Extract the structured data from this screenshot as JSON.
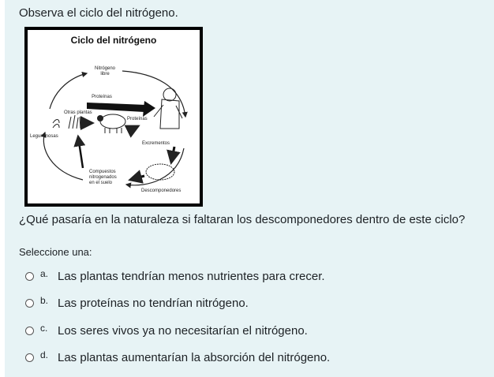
{
  "intro": "Observa el ciclo del nitrógeno.",
  "figure": {
    "title": "Ciclo del nitrógeno",
    "labels": {
      "free_n": [
        "Nitrógeno",
        "libre"
      ],
      "proteins_top": "Proteínas",
      "other_plants": "Otras plantas",
      "proteins_side": "Proteínas",
      "legumes": "Leguminosas",
      "excrements": "Excrementos",
      "compounds": [
        "Compuestos",
        "nitrogenados",
        "en el suelo"
      ],
      "decomposers": "Descomponedores"
    }
  },
  "question": "¿Qué pasaría en la naturaleza si faltaran los descomponedores dentro de este ciclo?",
  "select_label": "Seleccione una:",
  "options": [
    {
      "letter": "a.",
      "text": "Las plantas tendrían menos nutrientes para crecer."
    },
    {
      "letter": "b.",
      "text": "Las proteínas no tendrían nitrógeno."
    },
    {
      "letter": "c.",
      "text": "Los seres vivos ya no necesitarían el nitrógeno."
    },
    {
      "letter": "d.",
      "text": "Las plantas aumentarían la absorción del nitrógeno."
    }
  ]
}
